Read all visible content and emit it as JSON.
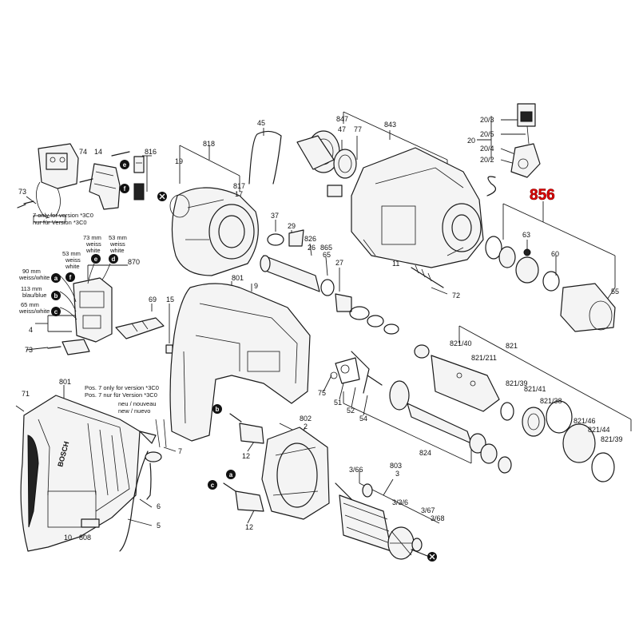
{
  "highlight": {
    "label": "856",
    "color": "#e00000"
  },
  "labels": {
    "p856": "856",
    "p20_3": "20/3",
    "p20_5": "20/5",
    "p20": "20",
    "p20_4": "20/4",
    "p20_2": "20/2",
    "p63": "63",
    "p60": "60",
    "p55": "55",
    "p847": "847",
    "p47": "47",
    "p77": "77",
    "p843": "843",
    "p11": "11",
    "p72": "72",
    "p45": "45",
    "p818": "818",
    "p19": "19",
    "p817": "817",
    "p17": "17",
    "p74": "74",
    "p14": "14",
    "p816": "816",
    "p73a": "73",
    "p73b": "73",
    "p870": "870",
    "p4": "4",
    "p69": "69",
    "p15": "15",
    "p801a": "801",
    "p9": "9",
    "p801b": "801",
    "p71": "71",
    "p37": "37",
    "p29": "29",
    "p826": "826",
    "p26": "26",
    "p865": "865",
    "p65": "65",
    "p27": "27",
    "p821_40": "821/40",
    "p821_211": "821/211",
    "p821": "821",
    "p821_39a": "821/39",
    "p821_41": "821/41",
    "p821_38": "821/38",
    "p821_46": "821/46",
    "p821_44": "821/44",
    "p821_39b": "821/39",
    "p75": "75",
    "p51": "51",
    "p52": "52",
    "p54": "54",
    "p824": "824",
    "p802": "802",
    "p2": "2",
    "p12a": "12",
    "p12b": "12",
    "p803": "803",
    "p3": "3",
    "p3_66": "3/66",
    "p3_3_6": "3/3/6",
    "p3_67": "3/67",
    "p3_68": "3/68",
    "p7": "7",
    "p6": "6",
    "p5": "5",
    "p10": "10",
    "p808": "808"
  },
  "notes": {
    "version_line1": "7 only for version *3C0",
    "version_line2": "nur für Version  *3C0",
    "mm90": "90 mm",
    "weiss1": "weiss/white",
    "mm113": "113 mm",
    "blau": "blau/blue",
    "mm65": "65 mm",
    "weiss2": "weiss/white",
    "mm53a": "53 mm",
    "weiss3": "weiss",
    "white3": "white",
    "mm73": "73 mm",
    "weiss4": "weiss",
    "white4": "white",
    "mm53b": "53 mm",
    "weiss5": "weiss",
    "white5": "white",
    "pos7_line1": "Pos. 7 only for version *3C0",
    "pos7_line2": "Pos. 7 nur für Version *3C0",
    "neu": "neu / nouveau",
    "new": "new / nuevo",
    "brand": "BOSCH"
  },
  "markers": {
    "a": "a",
    "b": "b",
    "c": "c",
    "d": "d",
    "e": "e",
    "f": "f"
  }
}
